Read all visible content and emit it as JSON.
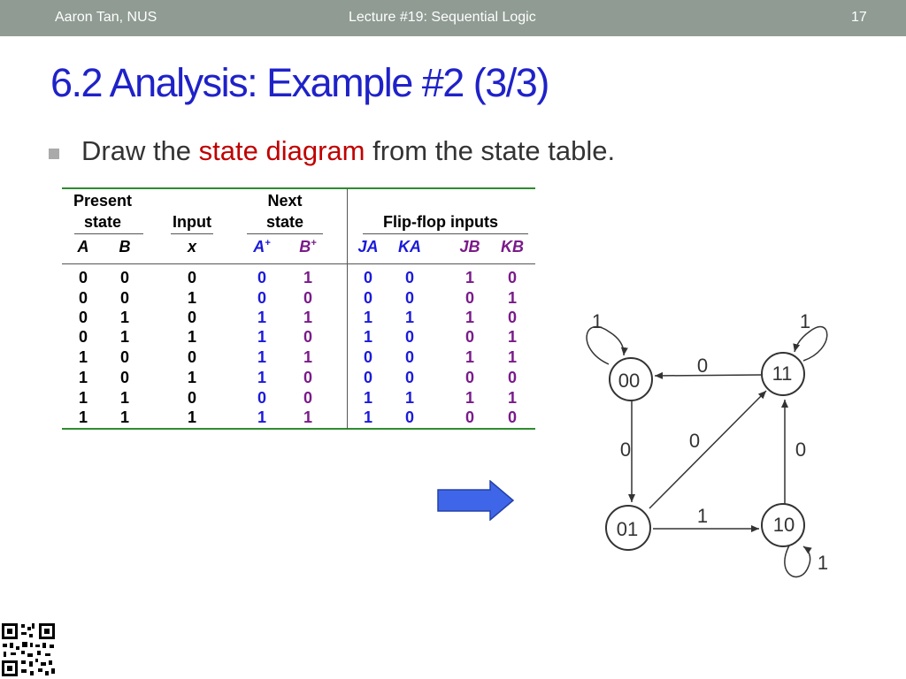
{
  "header": {
    "author": "Aaron Tan, NUS",
    "lecture": "Lecture #19: Sequential Logic",
    "page_number": "17"
  },
  "slide": {
    "title": "6.2 Analysis: Example #2 (3/3)",
    "bullet_before": "Draw the ",
    "bullet_highlight": "state diagram",
    "bullet_after": " from the state table."
  },
  "table": {
    "group_headers": {
      "present_line1": "Present",
      "present_line2": "state",
      "input": "Input",
      "next_line1": "Next",
      "next_line2": "state",
      "ff_inputs": "Flip-flop inputs"
    },
    "columns": [
      "A",
      "B",
      "x",
      "A",
      "B",
      "JA",
      "KA",
      "JB",
      "KB"
    ],
    "plus_sign": "+",
    "rows": [
      [
        "0",
        "0",
        "0",
        "0",
        "1",
        "0",
        "0",
        "1",
        "0"
      ],
      [
        "0",
        "0",
        "1",
        "0",
        "0",
        "0",
        "0",
        "0",
        "1"
      ],
      [
        "0",
        "1",
        "0",
        "1",
        "1",
        "1",
        "1",
        "1",
        "0"
      ],
      [
        "0",
        "1",
        "1",
        "1",
        "0",
        "1",
        "0",
        "0",
        "1"
      ],
      [
        "1",
        "0",
        "0",
        "1",
        "1",
        "0",
        "0",
        "1",
        "1"
      ],
      [
        "1",
        "0",
        "1",
        "1",
        "0",
        "0",
        "0",
        "0",
        "0"
      ],
      [
        "1",
        "1",
        "0",
        "0",
        "0",
        "1",
        "1",
        "1",
        "1"
      ],
      [
        "1",
        "1",
        "1",
        "1",
        "1",
        "1",
        "0",
        "0",
        "0"
      ]
    ]
  },
  "diagram": {
    "states": [
      "00",
      "01",
      "10",
      "11"
    ],
    "labels": {
      "self_00": "1",
      "self_11": "1",
      "self_10": "1",
      "t_11_to_00": "0",
      "t_00_to_01": "0",
      "t_01_to_11": "0",
      "t_10_to_11": "0",
      "t_01_to_10": "1"
    }
  },
  "colors": {
    "title": "#1f22c8",
    "highlight": "#c00000",
    "next_state": "#1a1adb",
    "ff_inputs": "#7a1a8a",
    "table_rule": "#2e8b2e",
    "arrow_fill": "#3f66e8",
    "header_bar": "#8f9b93"
  },
  "icons": [
    "right-arrow-icon",
    "qr-code-icon"
  ]
}
